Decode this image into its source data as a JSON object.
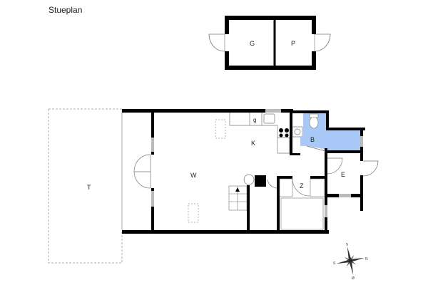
{
  "title": "Stueplan",
  "rooms": {
    "G": "G",
    "P": "P",
    "T": "T",
    "W": "W",
    "K": "K",
    "B": "B",
    "E": "E",
    "Z": "Z",
    "g": "g"
  },
  "compass": {
    "top": "V",
    "right": "N",
    "left": "S",
    "bottom": "Ø"
  },
  "colors": {
    "wall": "#000000",
    "bath": "#a8c8f8",
    "window": "#bbbbbb",
    "dashed": "#999999"
  }
}
